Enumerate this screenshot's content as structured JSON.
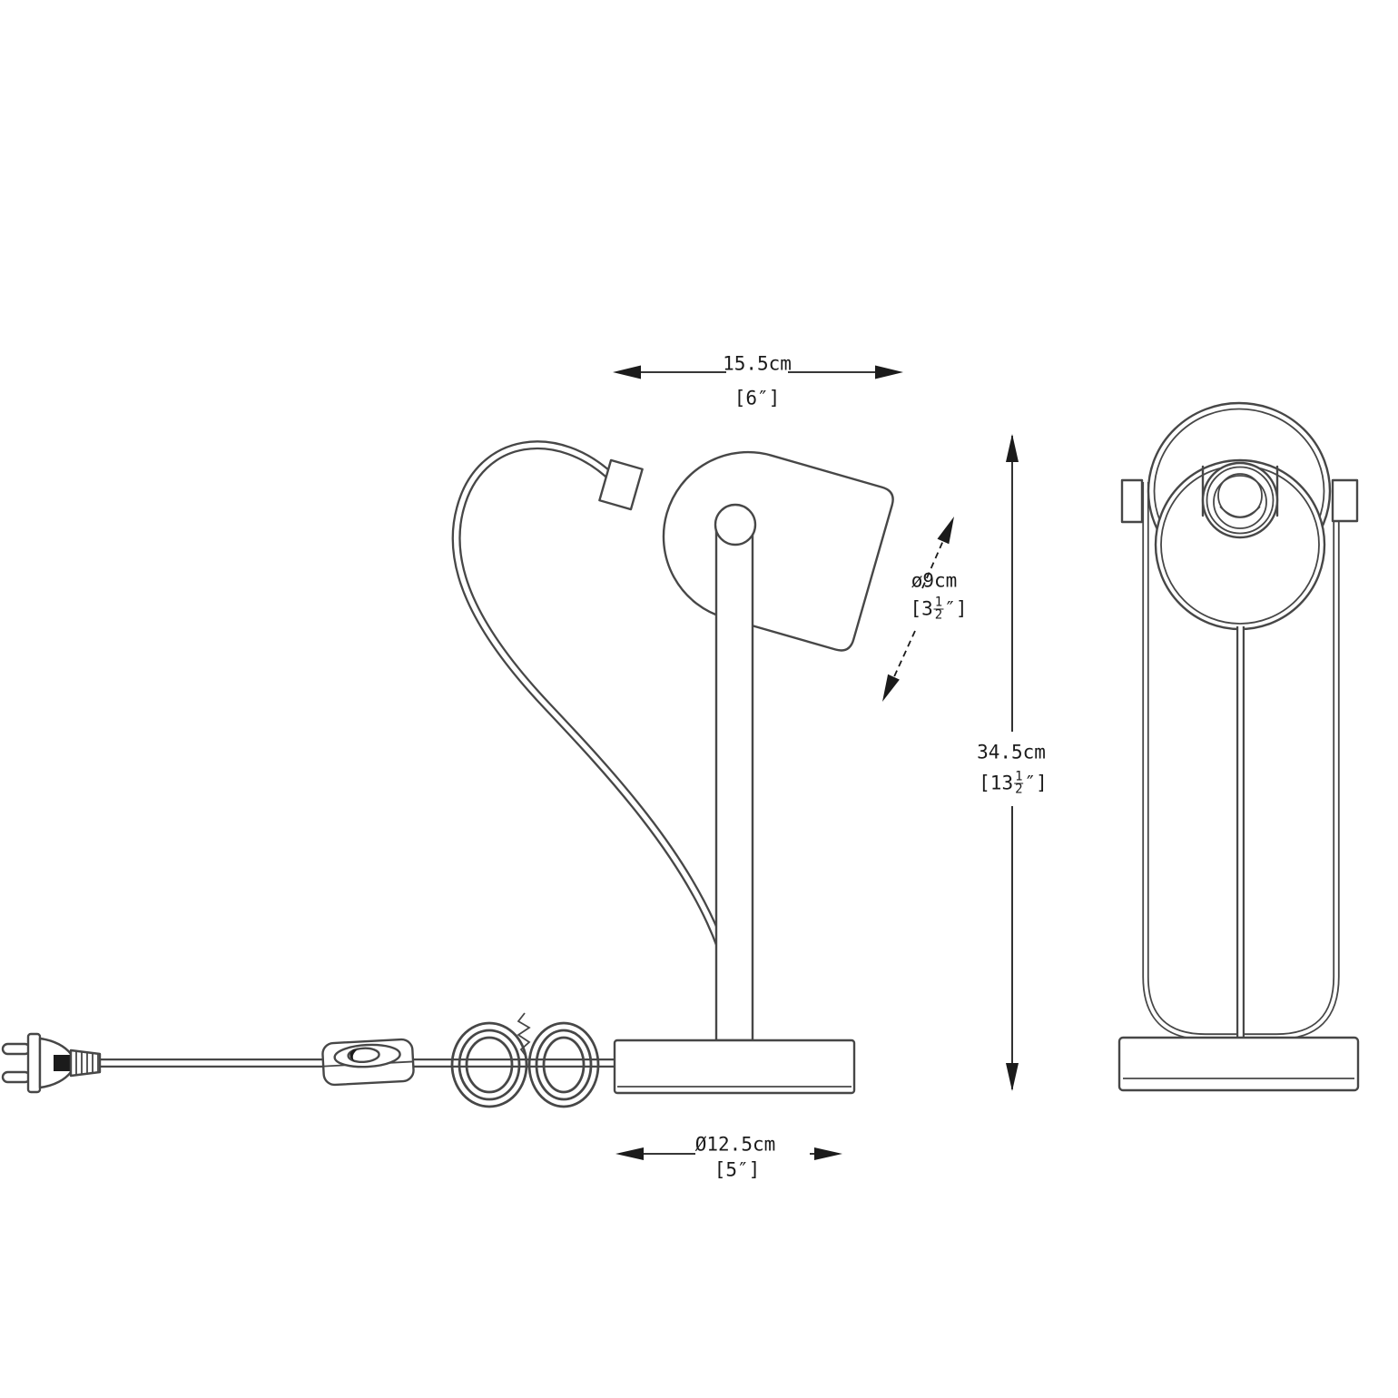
{
  "dimensions": {
    "head_width": {
      "cm": "15.5cm",
      "inch": "[6″]"
    },
    "shade_diameter": {
      "cm": "ø9cm",
      "inch_prefix": "[3",
      "frac_num": "1",
      "frac_den": "2",
      "inch_suffix": "″]"
    },
    "overall_height": {
      "cm": "34.5cm",
      "inch_prefix": "[13",
      "frac_num": "1",
      "frac_den": "2",
      "inch_suffix": "″]"
    },
    "base_diameter": {
      "cm": "Ø12.5cm",
      "inch": "[5″]"
    }
  },
  "colors": {
    "background": "#ffffff",
    "line": "#474747",
    "dimension": "#1b1b1b"
  }
}
